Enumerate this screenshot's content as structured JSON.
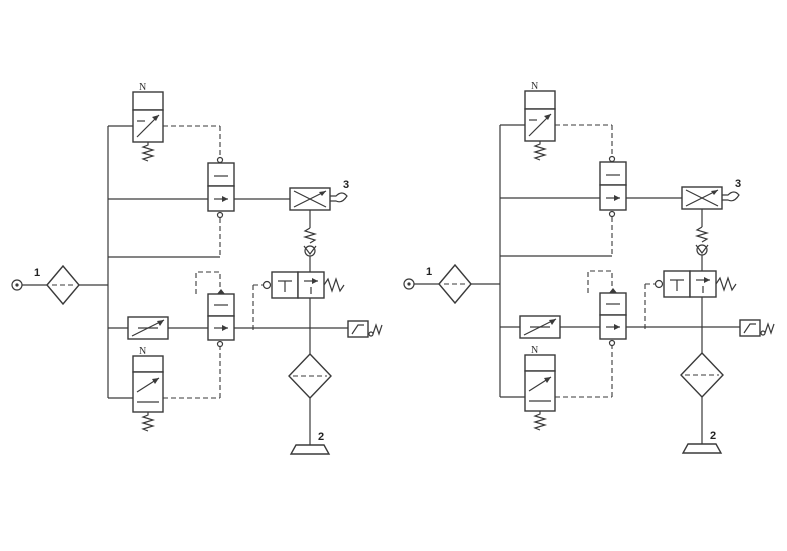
{
  "diagrams": [
    {
      "labels": {
        "inlet": "1",
        "outlet": "2",
        "exhaust": "3"
      },
      "solenoid_marks": {
        "top": "N",
        "bottom": "N"
      }
    },
    {
      "labels": {
        "inlet": "1",
        "outlet": "2",
        "exhaust": "3"
      },
      "solenoid_marks": {
        "top": "N",
        "bottom": "N"
      }
    }
  ],
  "colors": {
    "line": "#3a3a3a",
    "background": "#ffffff"
  },
  "icons": [
    "supply-port-icon",
    "filter-icon",
    "solenoid-valve-icon",
    "pilot-valve-icon",
    "flow-restrictor-icon",
    "check-valve-icon",
    "spring-icon",
    "silencer-icon",
    "pressure-switch-icon",
    "drain-icon"
  ]
}
